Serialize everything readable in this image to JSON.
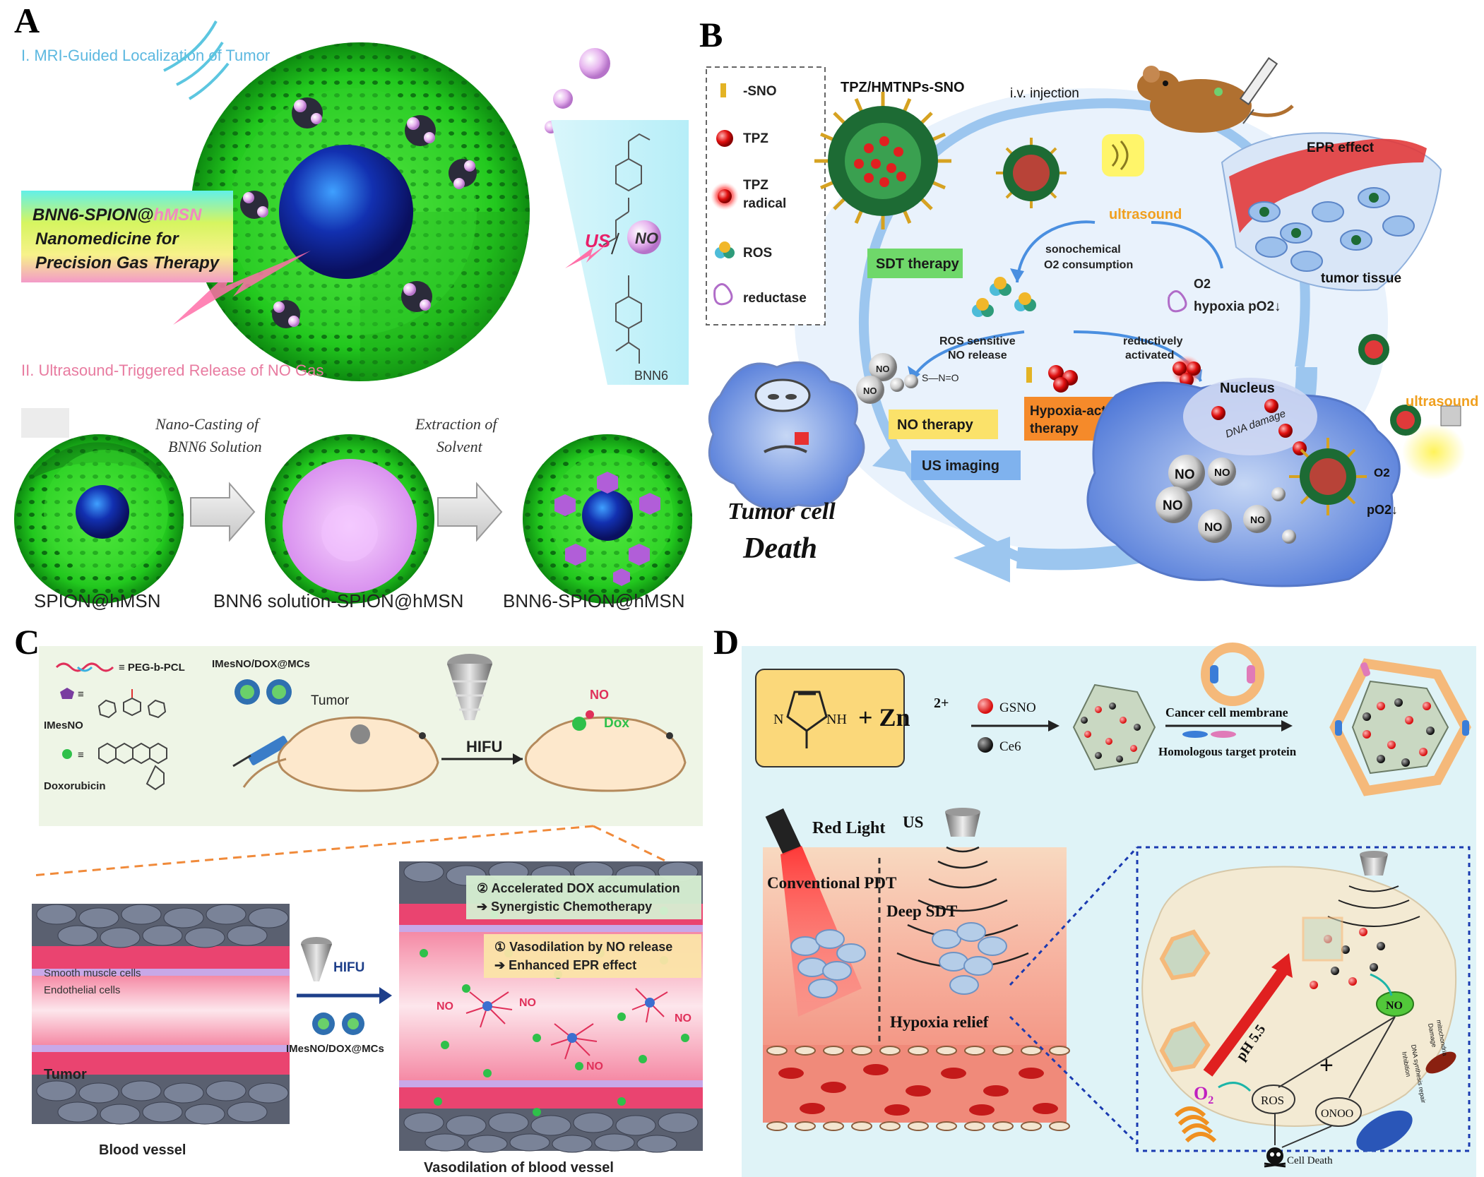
{
  "panel_labels": {
    "a": "A",
    "b": "B",
    "c": "C",
    "d": "D"
  },
  "panelA": {
    "step1": "I. MRI-Guided Localization of Tumor",
    "step2": "II. Ultrasound-Triggered Release of NO Gas",
    "box_line1": "BNN6-SPION@",
    "box_line1_accent": "hMSN",
    "box_line2": "Nanomedicine for",
    "box_line3": "Precision Gas Therapy",
    "us": "US",
    "no": "NO",
    "molecule": "BNN6",
    "arrow1_line1": "Nano-Casting of",
    "arrow1_line2": "BNN6 Solution",
    "arrow2_line1": "Extraction of",
    "arrow2_line2": "Solvent",
    "sphere1_label": "SPION@hMSN",
    "sphere2_label": "BNN6 solution-SPION@hMSN",
    "sphere3_label": "BNN6-SPION@hMSN"
  },
  "panelB": {
    "legend": [
      "-SNO",
      "TPZ",
      "TPZ radical",
      "ROS",
      "reductase"
    ],
    "legend_tpz_radical_line1": "TPZ",
    "legend_tpz_radical_line2": "radical",
    "np_title": "TPZ/HMTNPs-SNO",
    "injection": "i.v. injection",
    "epr": "EPR effect",
    "tumor_tissue": "tumor tissue",
    "ultrasound1": "ultrasound",
    "ultrasound2": "ultrasound",
    "sono_line1": "sonochemical",
    "sono_line2": "O2 consumption",
    "o2": "O2",
    "hypoxia": "hypoxia pO2↓",
    "sdt": "SDT therapy",
    "ros_line1": "ROS sensitive",
    "ros_line2": "NO release",
    "reduct_line1": "reductively",
    "reduct_line2": "activated",
    "no_therapy": "NO therapy",
    "hypoxia_therapy_line1": "Hypoxia-activated",
    "hypoxia_therapy_line2": "therapy",
    "us_imaging": "US imaging",
    "nucleus": "Nucleus",
    "dna_damage": "DNA damage",
    "death_line1": "Tumor cell",
    "death_line2": "Death",
    "no_small": "NO",
    "po2": "pO2↓",
    "sno_formula": "S—N=O"
  },
  "panelC": {
    "legend_peg": "PEG-b-PCL",
    "legend_imesno": "IMesNO",
    "legend_dox": "Doxorubicin",
    "mcs_label": "IMesNO/DOX@MCs",
    "tumor": "Tumor",
    "hifu": "HIFU",
    "no": "NO",
    "dox": "Dox",
    "smooth_muscle": "Smooth muscle cells",
    "endothelial": "Endothelial cells",
    "tumor2": "Tumor",
    "hifu2": "HIFU",
    "mcs_label2": "IMesNO/DOX@MCs",
    "box2_line1": "② Accelerated DOX accumulation",
    "box2_line2": "➔ Synergistic Chemotherapy",
    "box1_line1": "① Vasodilation by NO release",
    "box1_line2": "➔ Enhanced EPR effect",
    "blood_vessel": "Blood vessel",
    "vasodilation": "Vasodilation of blood vessel"
  },
  "panelD": {
    "plus_zn": "+ Zn",
    "zn_charge": "2+",
    "nh": "NH",
    "n": "N",
    "gsno": "GSNO",
    "ce6": "Ce6",
    "cancer_membrane": "Cancer cell membrane",
    "homologous": "Homologous target protein",
    "red_light": "Red  Light",
    "us": "US",
    "conv_pdt": "Conventional PDT",
    "deep_sdt": "Deep SDT",
    "hypoxia_relief": "Hypoxia relief",
    "ph": "pH 5.5",
    "o2": "O",
    "o2_sub": "2",
    "ros": "ROS",
    "onoo": "ONOO",
    "no": "NO",
    "plus": "+",
    "cell_death": "Cell Death",
    "inhibition": "Inhibition",
    "dna_repair": "DNA synthesis repair",
    "damage": "Damage",
    "mito": "mitochondria"
  },
  "colors": {
    "green_sphere": "#33dd22",
    "blue_core": "#1a2a9a",
    "pink": "#e0409a",
    "bg_d": "#dff3f7",
    "bg_c": "#eef5e6"
  }
}
